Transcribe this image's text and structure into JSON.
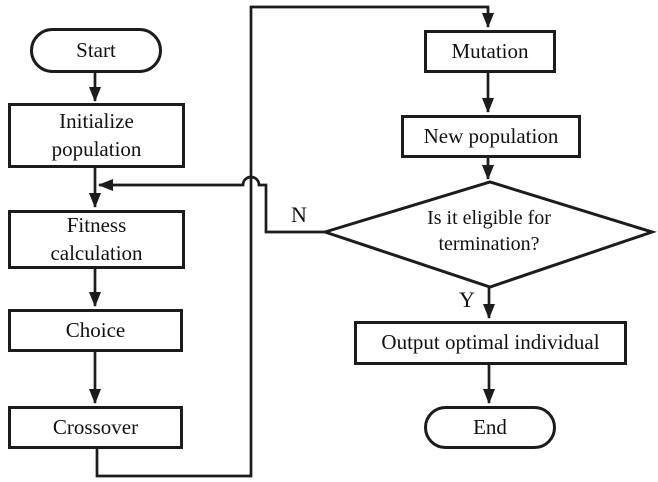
{
  "colors": {
    "background": "#ffffff",
    "line": "#1c1c1c",
    "node_fill": "#ffffff",
    "text": "#111111"
  },
  "nodes": {
    "start": {
      "label": "Start",
      "type": "terminal"
    },
    "initialize": {
      "label": "Initialize population",
      "type": "process"
    },
    "fitness": {
      "label": "Fitness calculation",
      "type": "process"
    },
    "choice": {
      "label": "Choice",
      "type": "process"
    },
    "crossover": {
      "label": "Crossover",
      "type": "process"
    },
    "mutation": {
      "label": "Mutation",
      "type": "process"
    },
    "new_population": {
      "label": "New population",
      "type": "process"
    },
    "decision": {
      "label": "Is it eligible for termination?",
      "type": "decision"
    },
    "output": {
      "label": "Output optimal individual",
      "type": "process"
    },
    "end": {
      "label": "End",
      "type": "terminal"
    }
  },
  "edges": [
    {
      "from": "start",
      "to": "initialize",
      "label": ""
    },
    {
      "from": "initialize",
      "to": "fitness",
      "label": ""
    },
    {
      "from": "fitness",
      "to": "choice",
      "label": ""
    },
    {
      "from": "choice",
      "to": "crossover",
      "label": ""
    },
    {
      "from": "crossover",
      "to": "mutation",
      "label": ""
    },
    {
      "from": "mutation",
      "to": "new_population",
      "label": ""
    },
    {
      "from": "new_population",
      "to": "decision",
      "label": ""
    },
    {
      "from": "decision",
      "to": "output",
      "label": "Y"
    },
    {
      "from": "decision",
      "to": "fitness",
      "label": "N"
    },
    {
      "from": "output",
      "to": "end",
      "label": ""
    }
  ]
}
